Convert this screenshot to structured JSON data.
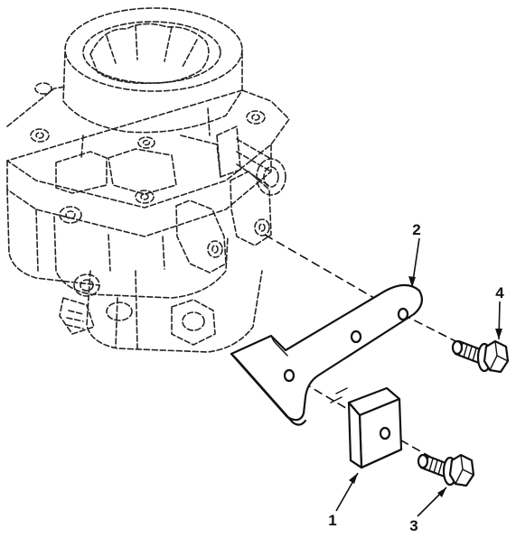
{
  "diagram": {
    "callouts": [
      {
        "id": "bracket",
        "label": "2"
      },
      {
        "id": "bolt-upper",
        "label": "4"
      },
      {
        "id": "clip",
        "label": "1"
      },
      {
        "id": "bolt-lower",
        "label": "3"
      }
    ]
  }
}
